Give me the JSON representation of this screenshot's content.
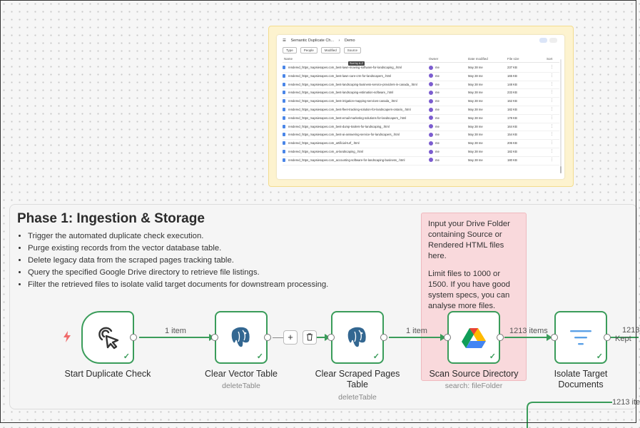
{
  "preview": {
    "breadcrumb": [
      "Semantic Duplicate Ch...",
      "Demo"
    ],
    "filters": [
      "Type",
      "People",
      "Modified",
      "Source"
    ],
    "columns": {
      "name": "Name",
      "owner": "Owner",
      "modified": "Date modified",
      "size": "File size",
      "sort": "Sort"
    },
    "tooltip": "Sort by A-Z",
    "rows": [
      {
        "name": "rendered_https_mapsiesapes.com_best-lawn-mowing-software-for-landscaping_.html",
        "owner": "me",
        "modified": "May 28 me",
        "size": "237 KB"
      },
      {
        "name": "rendered_https_mapsiesapes.com_best-lawn-care-crm-for-landscapers_.html",
        "owner": "me",
        "modified": "May 28 me",
        "size": "165 KB"
      },
      {
        "name": "rendered_https_mapsiesapes.com_best-landscaping-business-service-providers-in-canada_.html",
        "owner": "me",
        "modified": "May 28 me",
        "size": "148 KB"
      },
      {
        "name": "rendered_https_mapsiesapes.com_best-landscaping-estimation-software_.html",
        "owner": "me",
        "modified": "May 28 me",
        "size": "233 KB"
      },
      {
        "name": "rendered_https_mapsiesapes.com_best-irrigation-mapping-services-canada_.html",
        "owner": "me",
        "modified": "May 28 me",
        "size": "162 KB"
      },
      {
        "name": "rendered_https_mapsiesapes.com_best-fleet-tracking-solution-for-landscapers-ontario_.html",
        "owner": "me",
        "modified": "May 28 me",
        "size": "182 KB"
      },
      {
        "name": "rendered_https_mapsiesapes.com_best-email-marketing-solutions-for-landscapers_.html",
        "owner": "me",
        "modified": "May 28 me",
        "size": "178 KB"
      },
      {
        "name": "rendered_https_mapsiesapes.com_best-dump-trailers-for-landscaping_.html",
        "owner": "me",
        "modified": "May 28 me",
        "size": "164 KB"
      },
      {
        "name": "rendered_https_mapsiesapes.com_best-ai-answering-service-for-landscapers_.html",
        "owner": "me",
        "modified": "May 28 me",
        "size": "154 KB"
      },
      {
        "name": "rendered_https_mapsiesapes.com_artificial-turf_.html",
        "owner": "me",
        "modified": "May 28 me",
        "size": "206 KB"
      },
      {
        "name": "rendered_https_mapsiesapes.com_ai-landscaping_.html",
        "owner": "me",
        "modified": "May 28 me",
        "size": "182 KB"
      },
      {
        "name": "rendered_https_mapsiesapes.com_accounting-software-for-landscaping-business_.html",
        "owner": "me",
        "modified": "May 28 me",
        "size": "180 KB"
      }
    ]
  },
  "phase": {
    "title": "Phase 1: Ingestion & Storage",
    "bullets": [
      "Trigger the automated duplicate check execution.",
      "Purge existing records from the vector database table.",
      "Delete legacy data from the scraped pages tracking table.",
      "Query the specified Google Drive directory to retrieve file listings.",
      "Filter the retrieved files to isolate valid target documents for downstream processing."
    ]
  },
  "note": {
    "p1": "Input your Drive Folder containing Source or Rendered HTML files here.",
    "p2": "Limit files to 1000 or 1500. If you have good system specs, you can analyse more files."
  },
  "nodes": {
    "start": {
      "label": "Start Duplicate Check"
    },
    "clear_vector": {
      "label": "Clear Vector Table",
      "sub": "deleteTable"
    },
    "clear_scraped": {
      "label": "Clear Scraped Pages Table",
      "sub": "deleteTable"
    },
    "scan": {
      "label": "Scan Source Directory",
      "sub": "search: fileFolder"
    },
    "isolate": {
      "label": "Isolate Target Documents"
    }
  },
  "edges": {
    "e1": "1 item",
    "e3": "1 item",
    "e4": "1213 items",
    "e5": "1213",
    "e5_sub": "Kept",
    "e6": "1213 ite"
  },
  "colors": {
    "node_border": "#3a9c5a",
    "note_bg": "#f9d9dc",
    "preview_bg": "#fdf3cf"
  }
}
